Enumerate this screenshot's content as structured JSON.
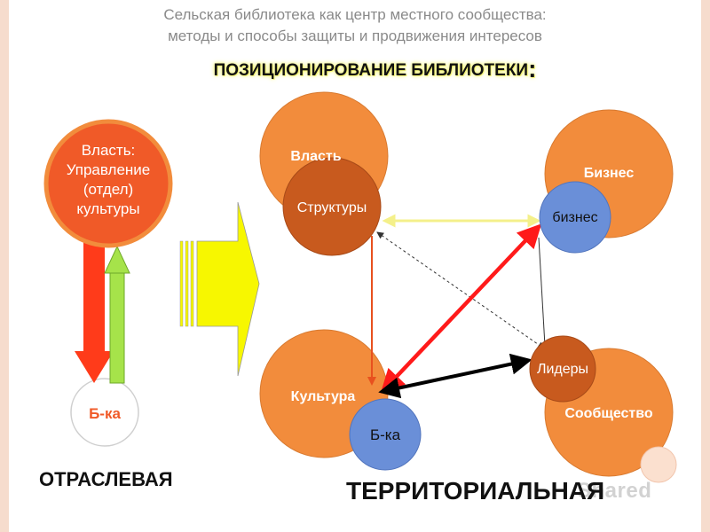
{
  "header": {
    "subtitle_line1": "Сельская библиотека как центр местного сообщества:",
    "subtitle_line2": "методы и   способы защиты и продвижения интересов",
    "heading": "ПОЗИЦИОНИРОВАНИЕ БИБЛИОТЕКИ",
    "heading_colon": ":"
  },
  "left_model": {
    "authority_circle": "Власть: Управление (отдел) культуры",
    "library_circle": "Б-ка",
    "caption": "ОТРАСЛЕВАЯ"
  },
  "right_model": {
    "power_circle": "Власть",
    "structures_circle": "Структуры",
    "business_circle": "Бизнес",
    "business_small_circle": "бизнес",
    "culture_circle": "Культура",
    "library_circle": "Б-ка",
    "community_circle": "Сообщество",
    "leaders_circle": "Лидеры",
    "caption": "ТЕРРИТОРИАЛЬНАЯ"
  },
  "watermark": "Shared",
  "colors": {
    "orange": "#f28c3c",
    "red_orange": "#f05a28",
    "dark_orange": "#c85a1e",
    "blue": "#6a8fd8",
    "red": "#ff2020",
    "green": "#a6e34a",
    "yellow": "#f7f700",
    "light_yellow": "#f7f4a0"
  }
}
